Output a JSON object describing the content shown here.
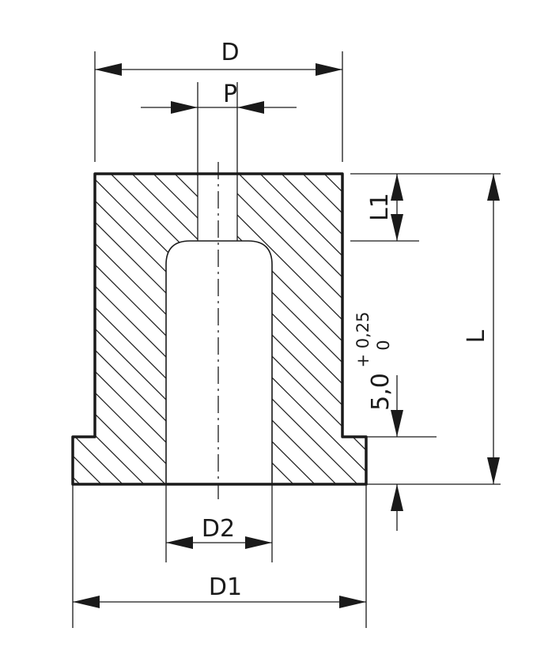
{
  "dimensions": {
    "D": "D",
    "P": "P",
    "D1": "D1",
    "D2": "D2",
    "L": "L",
    "L1": "L1",
    "height_value": "5,0",
    "tol_upper": "+ 0,25",
    "tol_lower": "0"
  },
  "colors": {
    "line": "#1a1a1a",
    "background": "#ffffff"
  }
}
